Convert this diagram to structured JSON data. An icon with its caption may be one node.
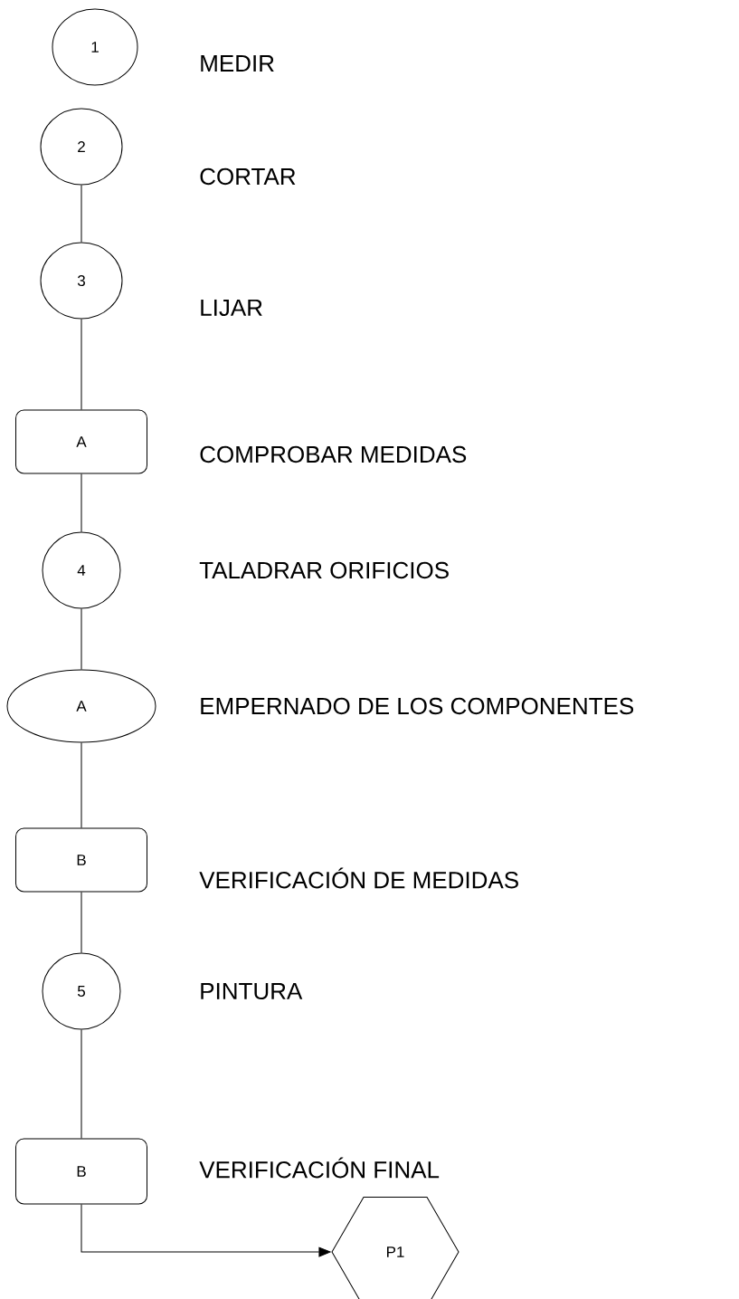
{
  "diagram": {
    "nodes": [
      {
        "text": [
          "1"
        ],
        "beside": [
          "MEDIR"
        ]
      },
      {
        "text": [
          "2"
        ],
        "beside": [
          "CORTAR"
        ]
      },
      {
        "text": [
          "3"
        ],
        "beside": [
          "LIJAR"
        ]
      },
      {
        "text": [
          "A"
        ],
        "beside": [
          "COMPROBAR MEDIDAS"
        ]
      },
      {
        "text": [
          "4"
        ],
        "beside": [
          "TALADRAR ORIFICIOS"
        ]
      },
      {
        "text": [
          "A"
        ],
        "beside": [
          "EMPERNADO DE LOS COMPONENTES"
        ]
      },
      {
        "text": [
          "B"
        ],
        "beside": [
          "VERIFICACIÓN DE MEDIDAS"
        ]
      },
      {
        "text": [
          "5"
        ],
        "beside": [
          "PINTURA"
        ]
      },
      {
        "text": [
          "B"
        ]
      },
      {
        "text": [
          "P1"
        ]
      }
    ],
    "edges": [
      {
        "from": 1,
        "to": 2,
        "arrow": "none"
      },
      {
        "from": 2,
        "to": 3,
        "arrow": "none"
      },
      {
        "from": 3,
        "to": 4,
        "arrow": "none"
      },
      {
        "from": 4,
        "to": 5,
        "arrow": "none"
      },
      {
        "from": 5,
        "to": 6,
        "arrow": "none"
      },
      {
        "from": 6,
        "to": 7,
        "arrow": "none"
      },
      {
        "from": 7,
        "to": 8,
        "arrow": "none"
      },
      {
        "from": 8,
        "to": 9,
        "arrow": "to"
      }
    ],
    "labels": [
      "VERIFICACIÓN FINAL"
    ]
  }
}
